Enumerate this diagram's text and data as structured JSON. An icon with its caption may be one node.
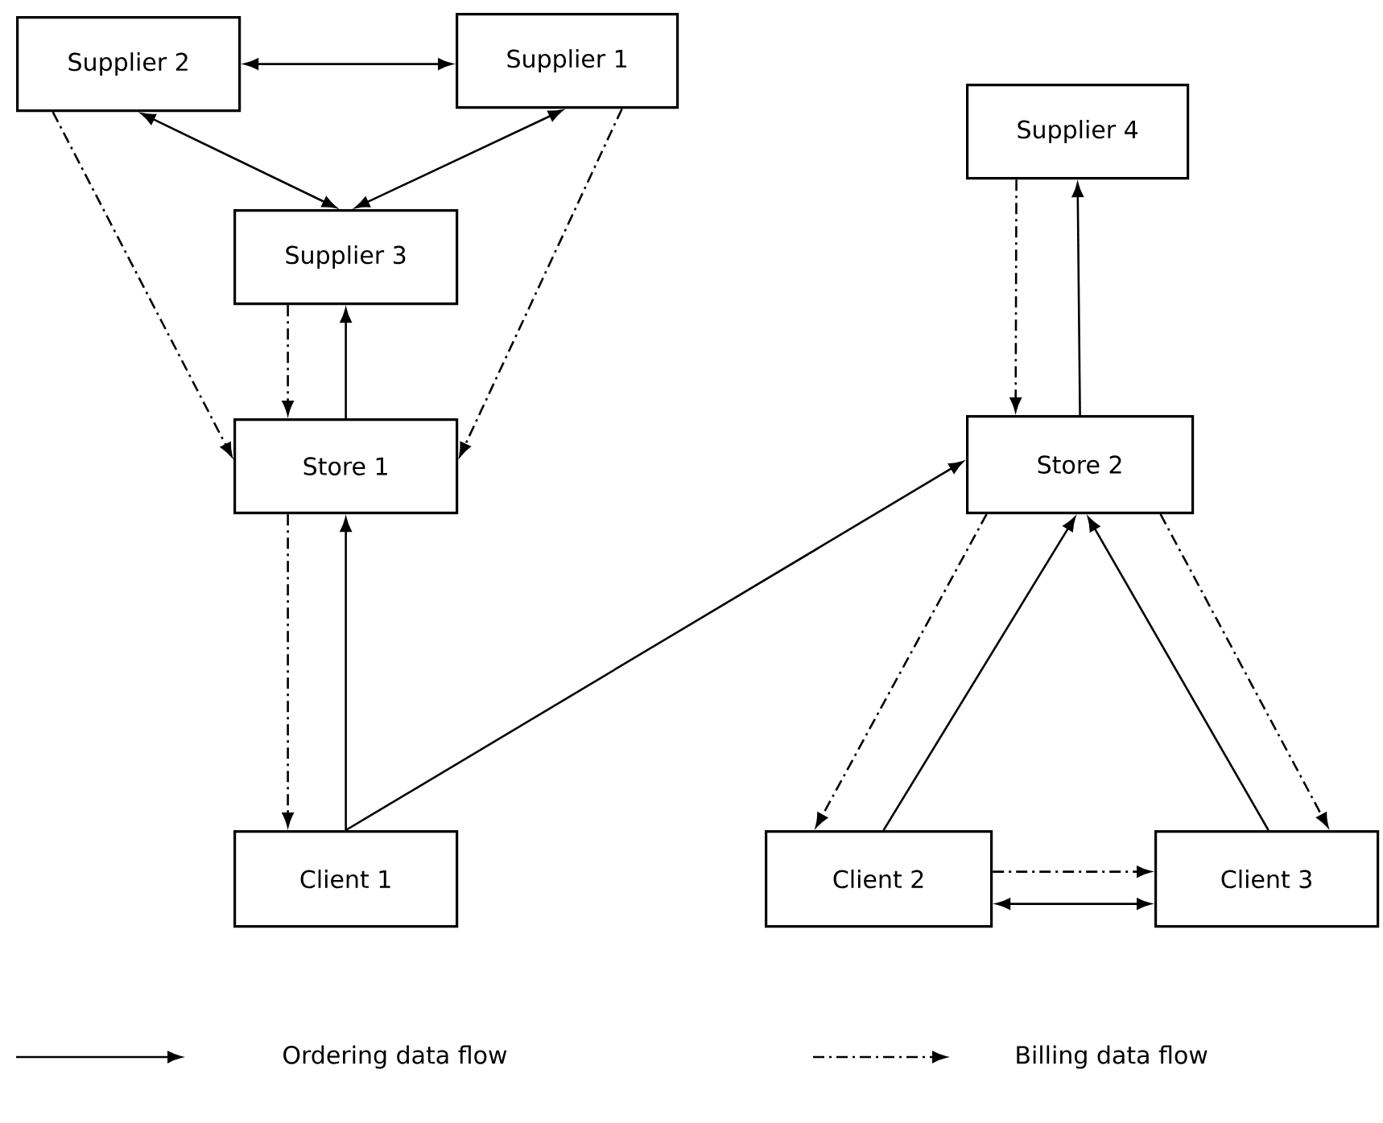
{
  "diagram": {
    "nodes": [
      {
        "text": [
          "Supplier 2"
        ]
      },
      {
        "text": [
          "Supplier 1"
        ]
      },
      {
        "text": [
          "Supplier 3"
        ]
      },
      {
        "text": [
          "Store 1"
        ]
      },
      {
        "text": [
          "Supplier 4"
        ]
      },
      {
        "text": [
          "Store 2"
        ]
      },
      {
        "text": [
          "Client 1"
        ]
      },
      {
        "text": [
          "Client 2"
        ]
      },
      {
        "text": [
          "Client 3"
        ]
      }
    ],
    "edges": [
      {
        "from": 0,
        "to": 1,
        "arrow": "both"
      },
      {
        "from": 0,
        "to": 2,
        "arrow": "both"
      },
      {
        "from": 1,
        "to": 2,
        "arrow": "both"
      },
      {
        "from": 0,
        "to": 3,
        "arrow": "to",
        "style": "dashed"
      },
      {
        "from": 1,
        "to": 3,
        "arrow": "to",
        "style": "dashed"
      },
      {
        "from": 2,
        "to": 3,
        "arrow": "to",
        "style": "dashed"
      },
      {
        "from": 3,
        "to": 2,
        "arrow": "to"
      },
      {
        "from": 3,
        "to": 6,
        "arrow": "to",
        "style": "dashed"
      },
      {
        "from": 6,
        "to": 3,
        "arrow": "to"
      },
      {
        "from": 6,
        "to": 5,
        "arrow": "to"
      },
      {
        "from": 4,
        "to": 5,
        "arrow": "to",
        "style": "dashed"
      },
      {
        "from": 5,
        "to": 4,
        "arrow": "to"
      },
      {
        "from": 5,
        "to": 7,
        "arrow": "to",
        "style": "dashed"
      },
      {
        "from": 7,
        "to": 5,
        "arrow": "to"
      },
      {
        "from": 8,
        "to": 5,
        "arrow": "to"
      },
      {
        "from": 5,
        "to": 8,
        "arrow": "to",
        "style": "dashed"
      },
      {
        "from": 7,
        "to": 8,
        "arrow": "to",
        "style": "dashed"
      },
      {
        "from": 7,
        "to": 8,
        "arrow": "both"
      }
    ],
    "legend": [
      {
        "text": "Ordering data flow"
      },
      {
        "text": "Billing data flow"
      }
    ]
  }
}
